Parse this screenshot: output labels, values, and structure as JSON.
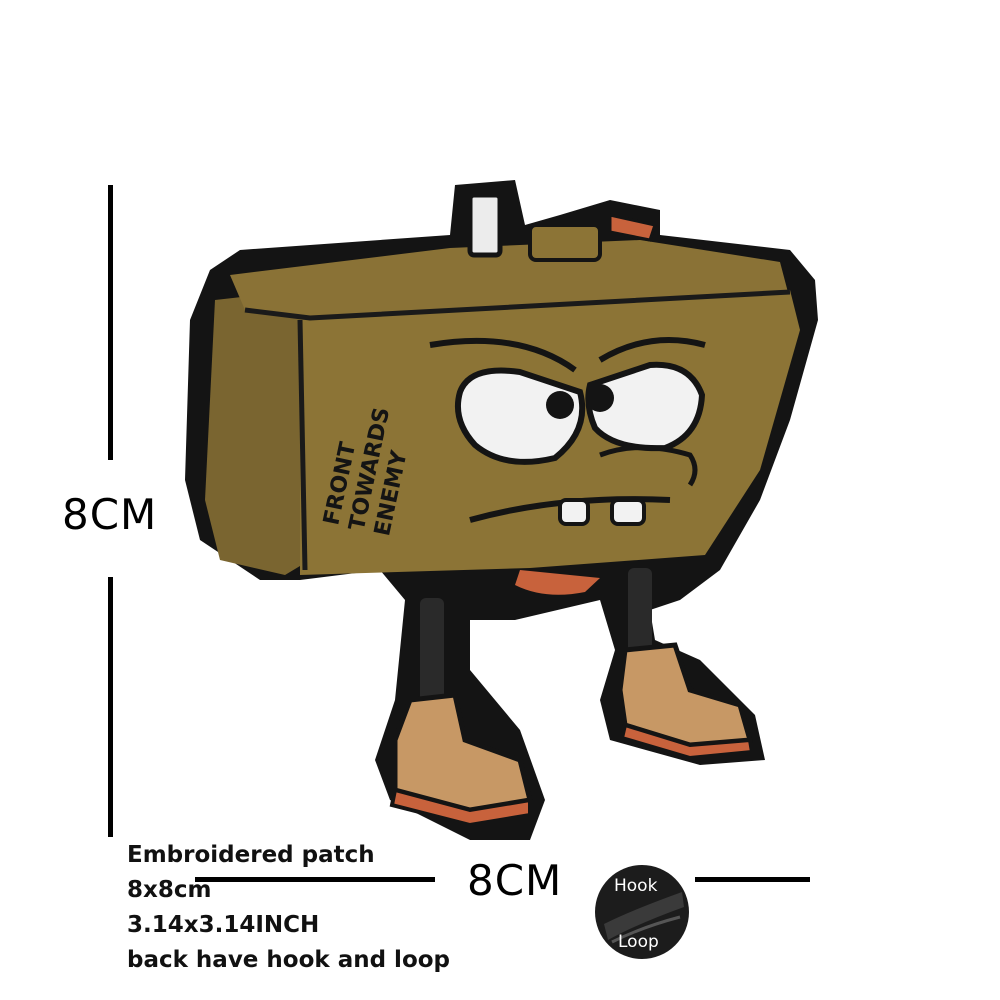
{
  "dimensions": {
    "height_label": "8CM",
    "width_label": "8CM"
  },
  "patch": {
    "text_lines": [
      "FRONT",
      "TOWARDS",
      "ENEMY"
    ]
  },
  "description": {
    "line1": "Embroidered patch",
    "line2": "8x8cm",
    "line3": "3.14x3.14INCH",
    "line4": "back have hook and loop"
  },
  "hook_loop_badge": {
    "hook_label": "Hook",
    "loop_label": "Loop"
  },
  "colors": {
    "body": "#8c7436",
    "body_dark": "#6b5826",
    "outline": "#141414",
    "boots": "#c79865",
    "soles": "#c8623c",
    "eyes": "#f2f2f2"
  }
}
